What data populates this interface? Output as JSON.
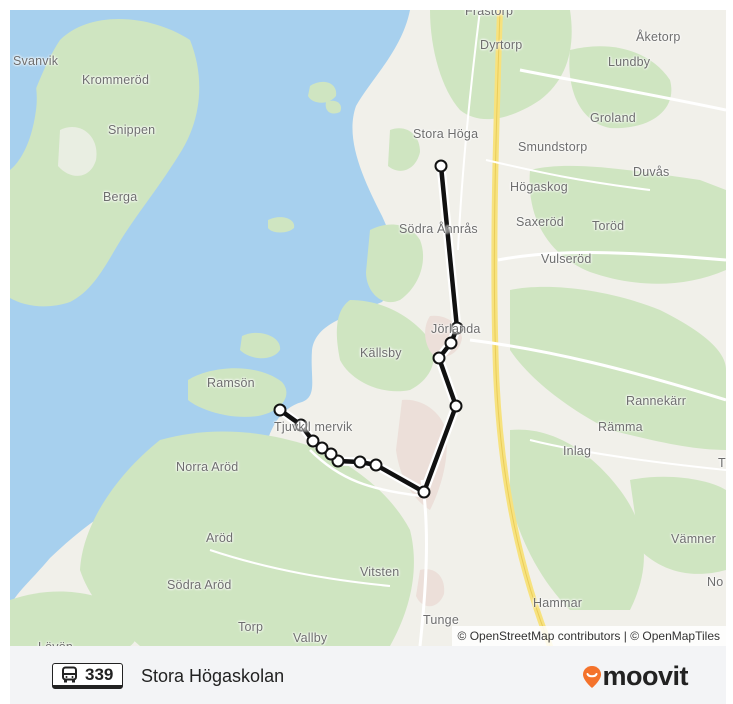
{
  "map": {
    "places": [
      {
        "name": "Frästorp",
        "kind": "land"
      },
      {
        "name": "Dyrtorp",
        "kind": "land"
      },
      {
        "name": "Åketorp",
        "kind": "land"
      },
      {
        "name": "Lundby",
        "kind": "land"
      },
      {
        "name": "Svanvik",
        "kind": "land"
      },
      {
        "name": "Krommeröd",
        "kind": "land"
      },
      {
        "name": "Snippen",
        "kind": "land"
      },
      {
        "name": "Berga",
        "kind": "land"
      },
      {
        "name": "Stora Höga",
        "kind": "land"
      },
      {
        "name": "Groland",
        "kind": "land"
      },
      {
        "name": "Smundstorp",
        "kind": "land"
      },
      {
        "name": "Duvås",
        "kind": "land"
      },
      {
        "name": "Högaskog",
        "kind": "land"
      },
      {
        "name": "Södra Ånnrås",
        "kind": "land"
      },
      {
        "name": "Saxeröd",
        "kind": "land"
      },
      {
        "name": "Toröd",
        "kind": "land"
      },
      {
        "name": "Vulseröd",
        "kind": "land"
      },
      {
        "name": "Jörlanda",
        "kind": "land"
      },
      {
        "name": "Källsby",
        "kind": "land"
      },
      {
        "name": "Ramsön",
        "kind": "land"
      },
      {
        "name": "Rannekärr",
        "kind": "land"
      },
      {
        "name": "Rämma",
        "kind": "land"
      },
      {
        "name": "Tjuvkilshamnervik",
        "display": "Tjuvkil mervik",
        "kind": "land"
      },
      {
        "name": "Inlag",
        "kind": "land"
      },
      {
        "name": "Norra Aröd",
        "kind": "land"
      },
      {
        "name": "Aröd",
        "kind": "land"
      },
      {
        "name": "Vämner",
        "kind": "land"
      },
      {
        "name": "Vitsten",
        "kind": "land"
      },
      {
        "name": "No",
        "kind": "land"
      },
      {
        "name": "Södra Aröd",
        "kind": "land"
      },
      {
        "name": "Hammar",
        "kind": "land"
      },
      {
        "name": "Tunge",
        "kind": "land"
      },
      {
        "name": "Torp",
        "kind": "land"
      },
      {
        "name": "Vallby",
        "kind": "land"
      },
      {
        "name": "Lövön",
        "kind": "land"
      },
      {
        "name": "T",
        "kind": "land"
      }
    ],
    "attribution": "© OpenStreetMap contributors | © OpenMapTiles",
    "colors": {
      "water": "#a7d0ee",
      "land": "#f1f0ea",
      "forest": "#cfe5c1",
      "urban": "#ecdfd9",
      "highway": "#f7e27e",
      "route_line": "#111111",
      "stop_fill": "#ffffff"
    }
  },
  "footer": {
    "route_icon": "bus-icon",
    "route_number": "339",
    "route_name": "Stora Högaskolan",
    "brand_icon": "moovit-pin-icon",
    "brand_name": "moovit",
    "brand_color": "#f4722b"
  }
}
